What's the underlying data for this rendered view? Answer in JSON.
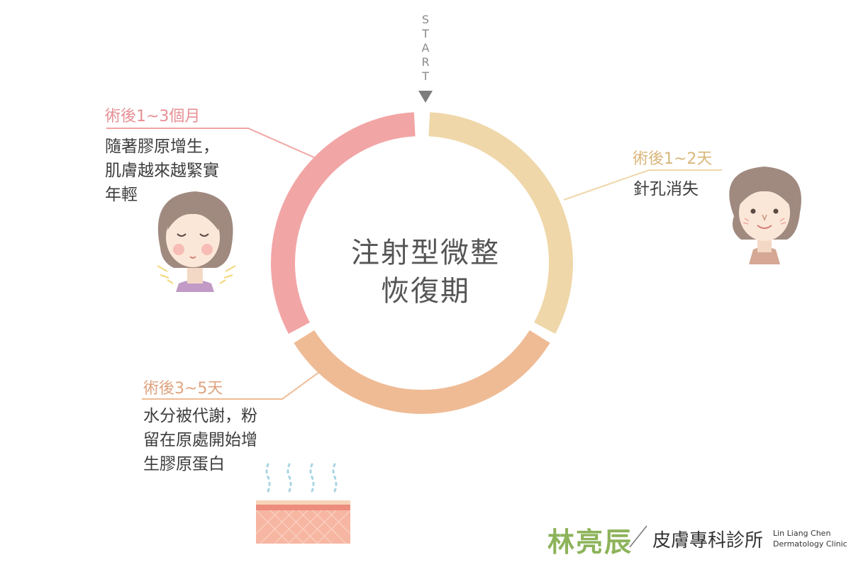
{
  "start_label": "START",
  "center_title_line1": "注射型微整",
  "center_title_line2": "恢復期",
  "stage_1_3_months": {
    "title": "術後1~3個月",
    "desc_lines": [
      "隨著膠原增生，",
      "肌膚越來越緊實",
      "年輕"
    ],
    "color": "#f2a5a5"
  },
  "stage_1_2_days": {
    "title": "術後1~2天",
    "desc_lines": [
      "針孔消失"
    ],
    "color": "#efd7a9"
  },
  "stage_3_5_days": {
    "title": "術後3~5天",
    "desc_lines": [
      "水分被代謝，粉",
      "留在原處開始增",
      "生膠原蛋白"
    ],
    "color": "#efbb95"
  },
  "brand": {
    "name_cn": "林亮辰",
    "clinic_cn": "皮膚專科診所",
    "name_en_line1": "Lin Liang Chen",
    "name_en_line2": "Dermatology Clinic",
    "color": "#8db35a"
  },
  "icons": [
    "start-arrow-icon",
    "happy-face-icon",
    "calm-face-icon",
    "skin-layer-icon"
  ]
}
